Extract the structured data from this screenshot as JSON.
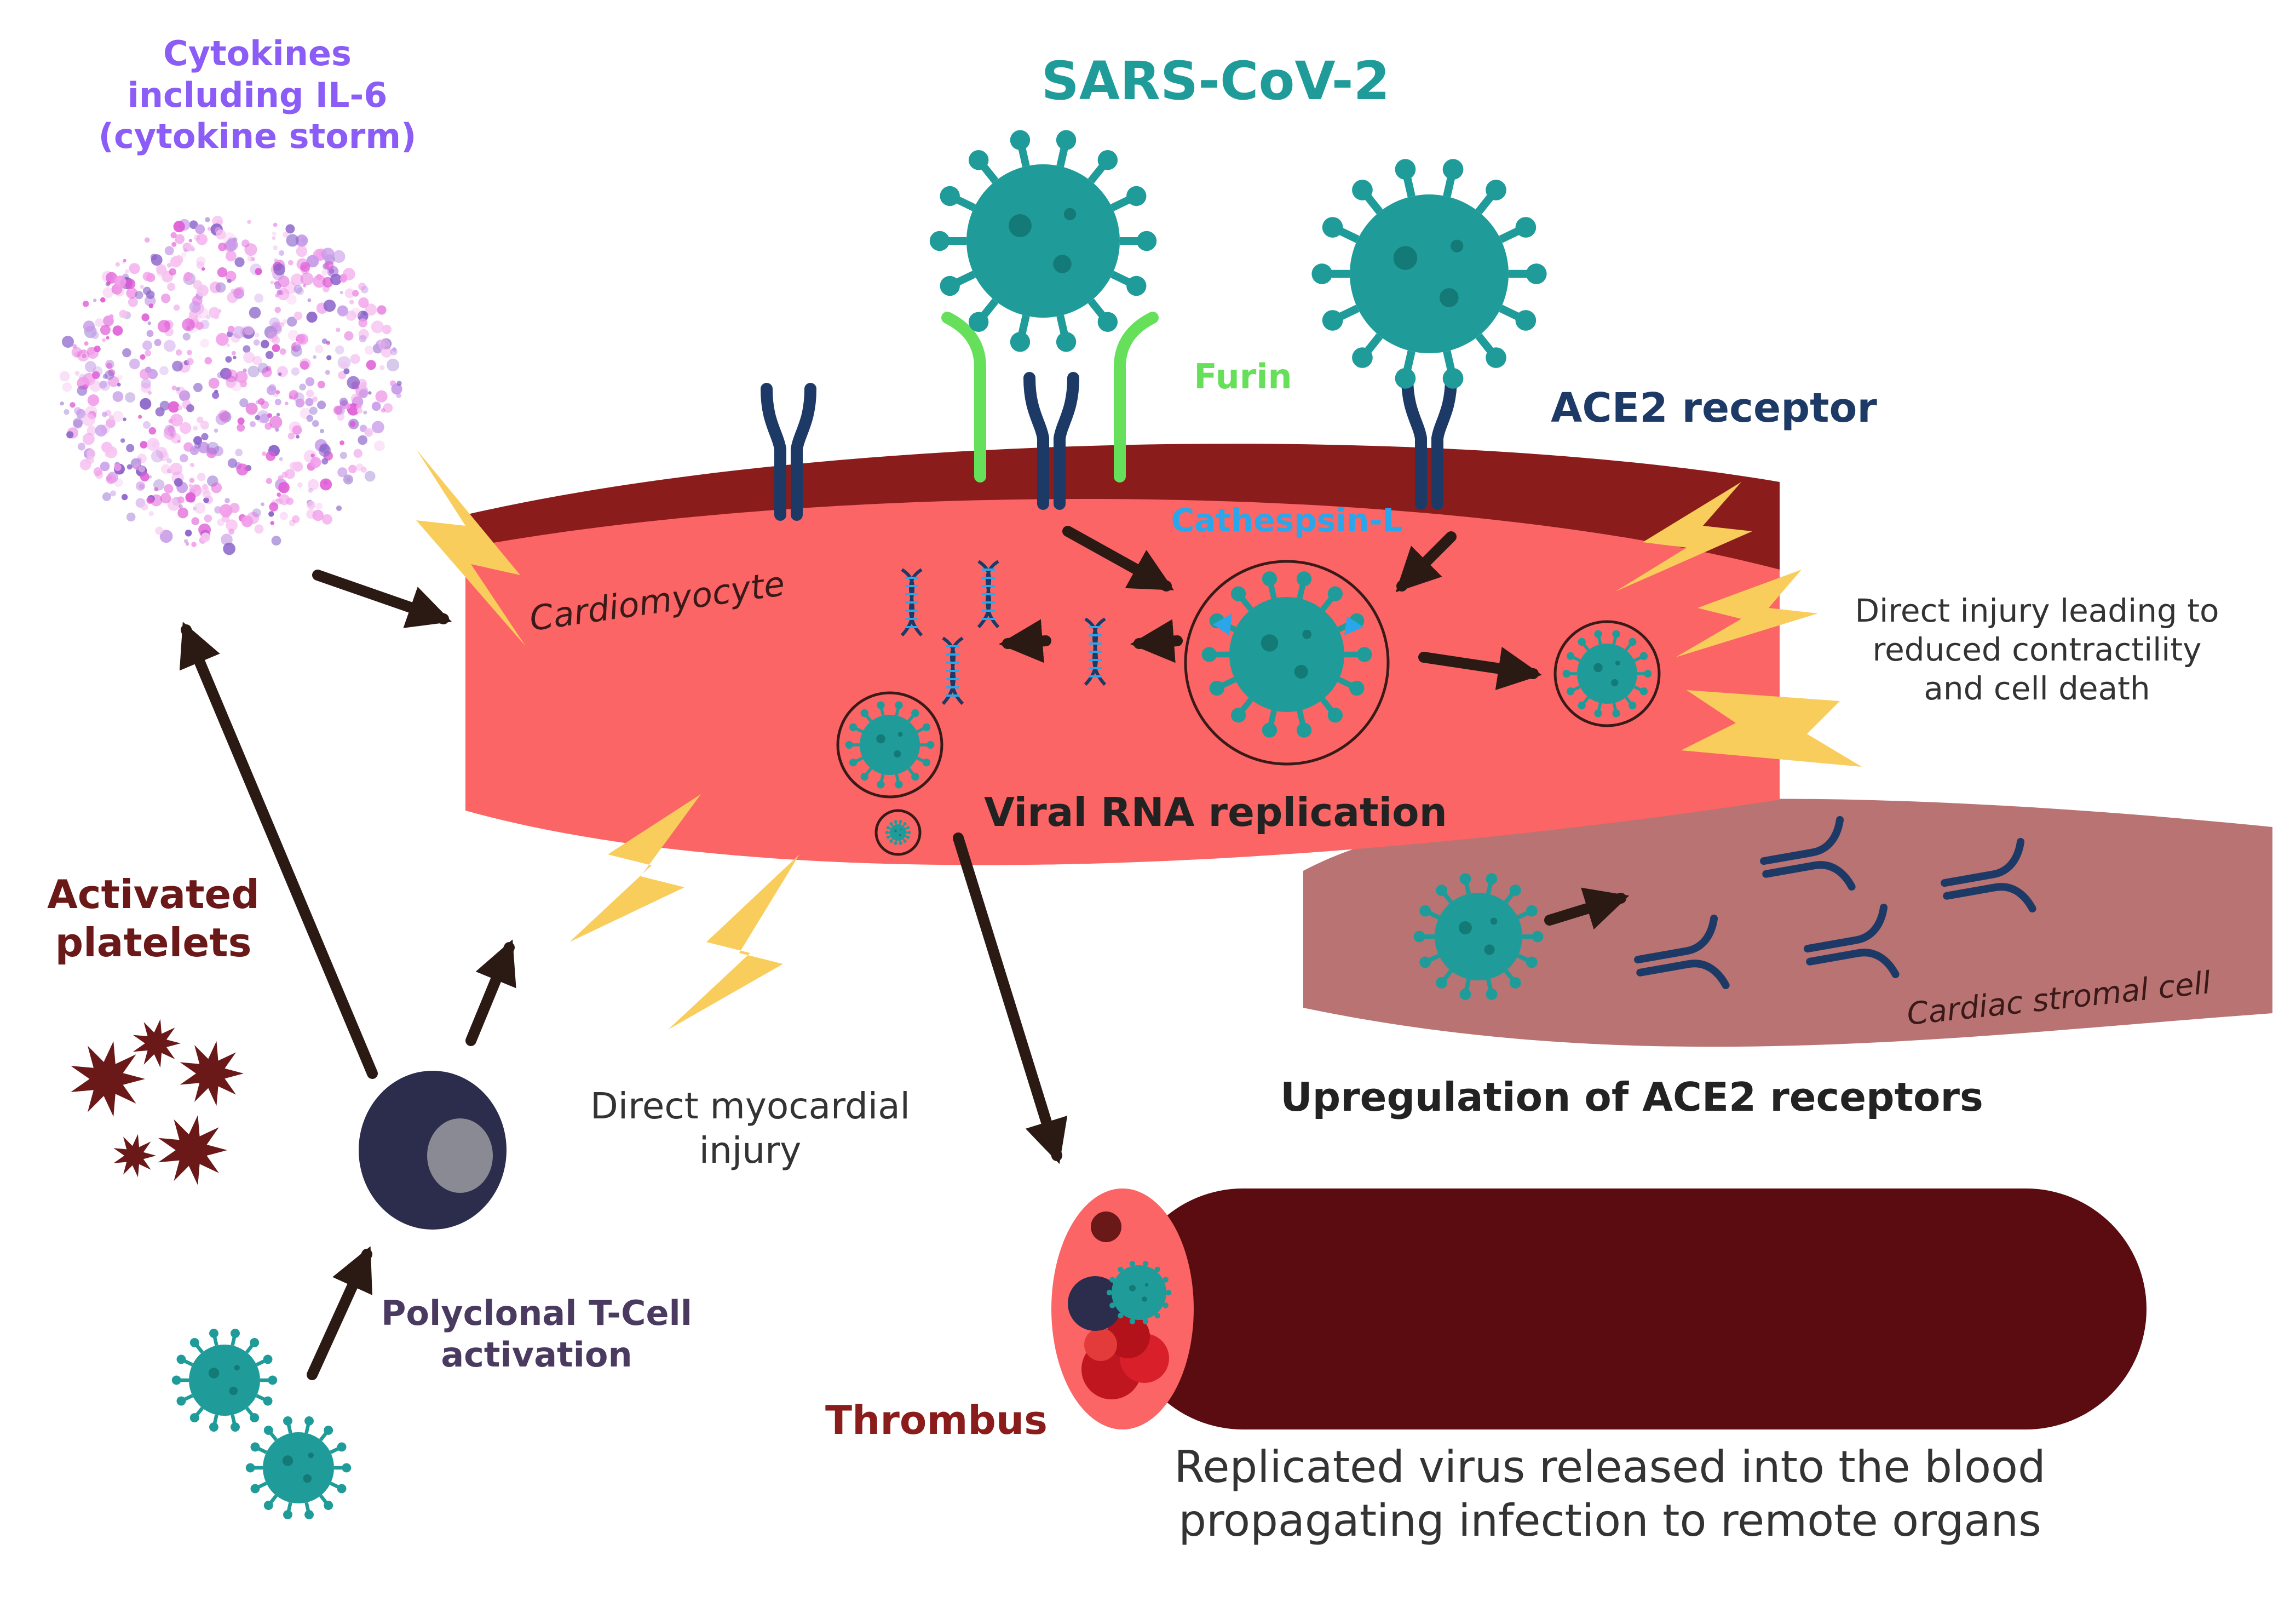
{
  "labels": {
    "title": "SARS-CoV-2",
    "cytokines": [
      "Cytokines",
      "including IL-6",
      "(cytokine storm)"
    ],
    "furin": "Furin",
    "ace2_receptor": "ACE2 receptor",
    "cathepsin": "Cathespsin-L",
    "cardiomyocyte": "Cardiomyocyte",
    "direct_injury": [
      "Direct injury leading to",
      "reduced contractility",
      "and cell death"
    ],
    "viral_rna": "Viral RNA replication",
    "activated_platelets": [
      "Activated",
      "platelets"
    ],
    "stromal_cell": "Cardiac stromal cell",
    "upregulation": "Upregulation of ACE2 receptors",
    "myocardial_injury": [
      "Direct myocardial",
      "injury"
    ],
    "tcell": [
      "Polyclonal T-Cell",
      "activation"
    ],
    "thrombus": "Thrombus",
    "released": [
      "Replicated virus released into the blood",
      "propagating infection to remote organs"
    ]
  },
  "colors": {
    "teal": "#1f9c99",
    "teal_dark": "#137a77",
    "cardiomyocyte": "#fb6565",
    "cardiomyocyte_edge": "#8b1c1c",
    "stromal": "#b97373",
    "vessel": "#5a0c10",
    "navy": "#1d3a66",
    "furin_green": "#66e05a",
    "cathepsin_blue": "#2aa6ea",
    "cytokine_purple": "#8b5cf6",
    "platelet": "#6b1818",
    "lightning": "#f8cd5c",
    "arrow": "#2b1a14",
    "tcell": "#2c2c4c"
  }
}
